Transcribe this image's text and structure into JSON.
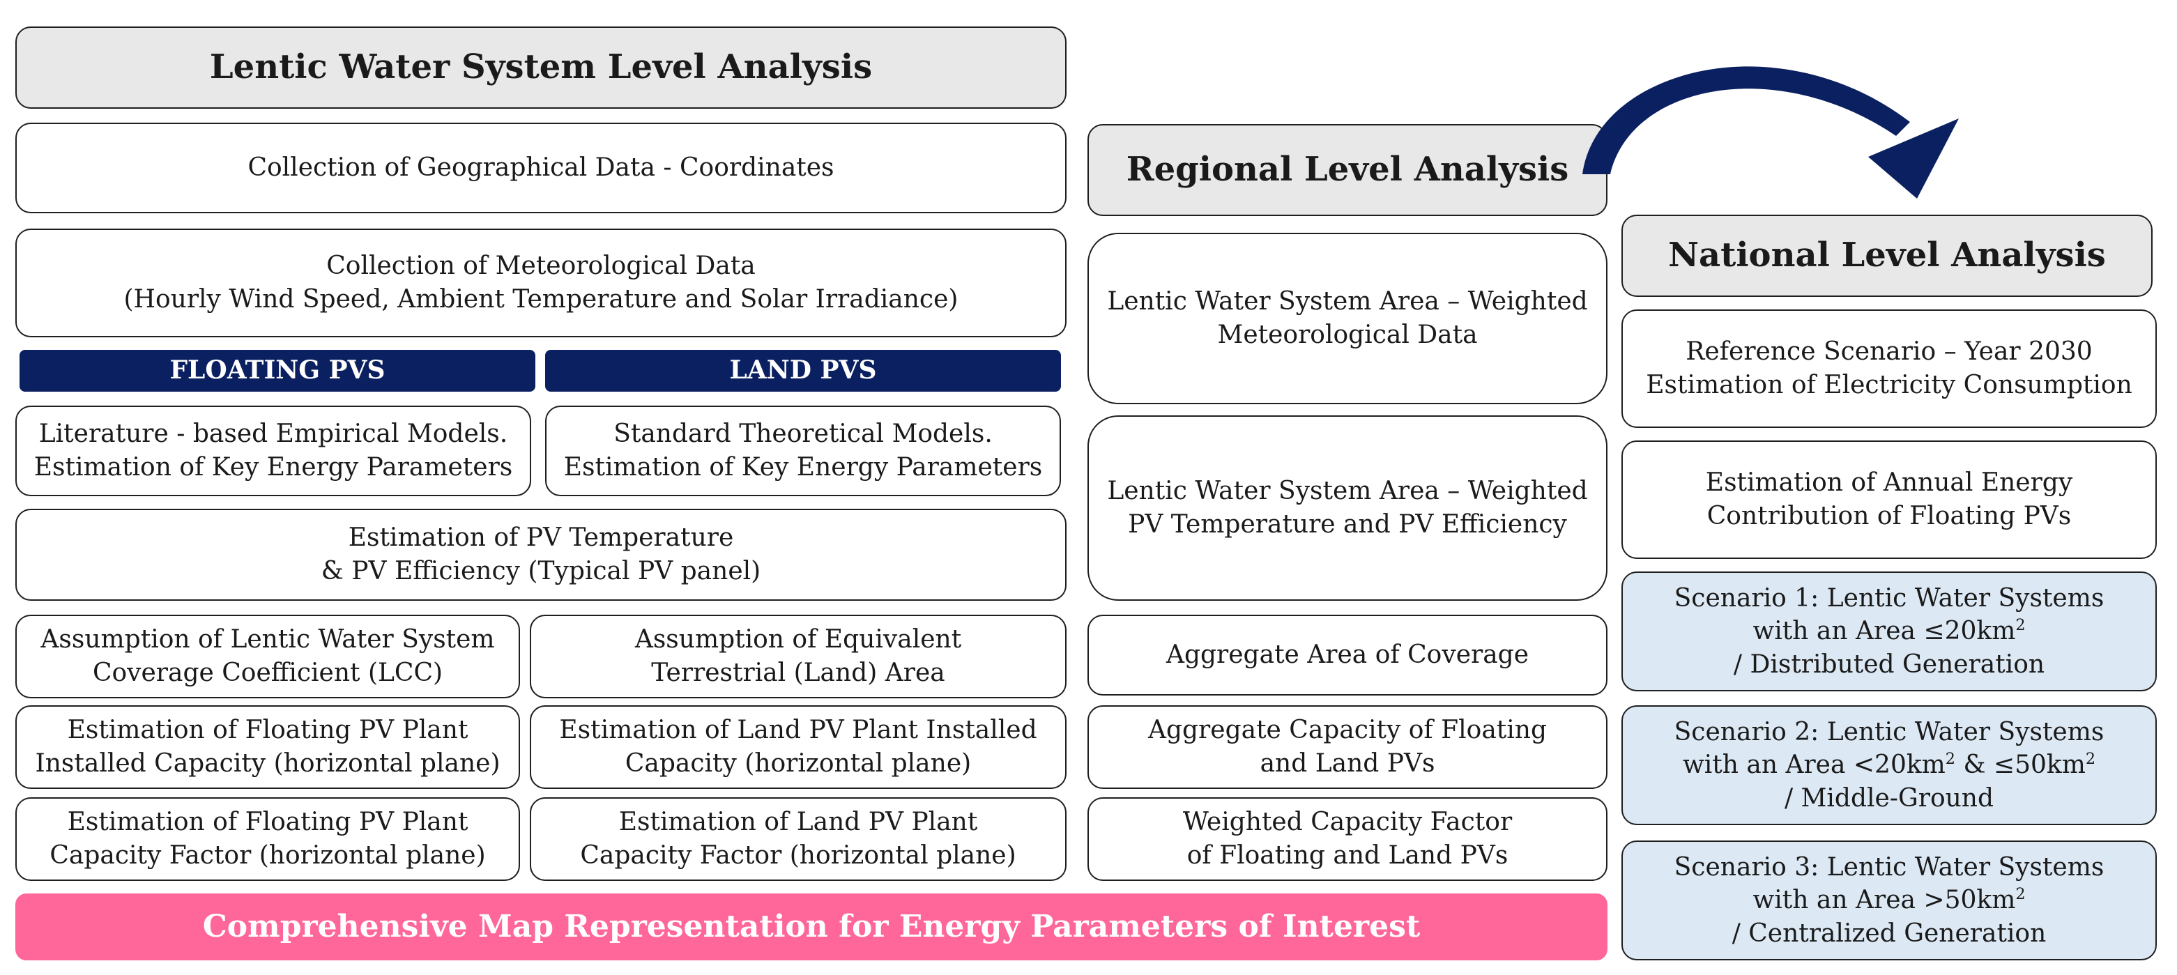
{
  "lentic": {
    "title": "Lentic Water System Level Analysis",
    "geo": "Collection of Geographical Data - Coordinates",
    "met1": "Collection of Meteorological Data",
    "met2": "(Hourly Wind Speed, Ambient Temperature and Solar Irradiance)",
    "floating_header": "FLOATING PVS",
    "land_header": "LAND PVS",
    "lit1": "Literature - based Empirical Models.",
    "lit2": "Estimation of Key Energy Parameters",
    "std1": "Standard Theoretical Models.",
    "std2": "Estimation of Key Energy Parameters",
    "temp1": "Estimation of PV Temperature",
    "temp2": "& PV Efficiency (Typical PV panel)",
    "lcc1": "Assumption of Lentic Water System",
    "lcc2": "Coverage Coefficient (LCC)",
    "eq1": "Assumption of Equivalent",
    "eq2": "Terrestrial (Land) Area",
    "fcap1": "Estimation of Floating PV Plant",
    "fcap2": "Installed Capacity (horizontal plane)",
    "lcap1": "Estimation of Land PV Plant Installed",
    "lcap2": "Capacity (horizontal plane)",
    "fcf1": "Estimation of Floating PV Plant",
    "fcf2": "Capacity Factor (horizontal plane)",
    "lcf1": "Estimation of Land PV Plant",
    "lcf2": "Capacity Factor (horizontal plane)"
  },
  "regional": {
    "title": "Regional Level Analysis",
    "wmet1": "Lentic Water System Area – Weighted",
    "wmet2": "Meteorological Data",
    "wtemp1": "Lentic Water System Area – Weighted",
    "wtemp2": "PV Temperature and PV Efficiency",
    "area": "Aggregate Area of Coverage",
    "agg1": "Aggregate Capacity of Floating",
    "agg2": "and Land PVs",
    "wcf1": "Weighted Capacity Factor",
    "wcf2": "of Floating and Land PVs"
  },
  "national": {
    "title": "National Level Analysis",
    "ref1": "Reference Scenario – Year 2030",
    "ref2": "Estimation of Electricity Consumption",
    "ann1": "Estimation of Annual Energy",
    "ann2": "Contribution of Floating PVs",
    "s1_1": "Scenario 1: Lentic Water Systems",
    "s1_2a": "with an Area ≤20km",
    "s1_3": "/ Distributed Generation",
    "s2_1": "Scenario 2: Lentic Water Systems",
    "s2_2a": "with an Area <20km",
    "s2_2b": " & ≤50km",
    "s2_3": "/ Middle-Ground",
    "s3_1": "Scenario 3: Lentic Water Systems",
    "s3_2a": "with an Area >50km",
    "s3_3": "/ Centralized Generation",
    "sup": "2"
  },
  "map_banner": "Comprehensive Map Representation for Energy Parameters of Interest",
  "colors": {
    "navy": "#0b2060",
    "pink": "#ff6699",
    "title_gray": "#e8e8e8",
    "scenario_blue": "#dce8f4"
  }
}
